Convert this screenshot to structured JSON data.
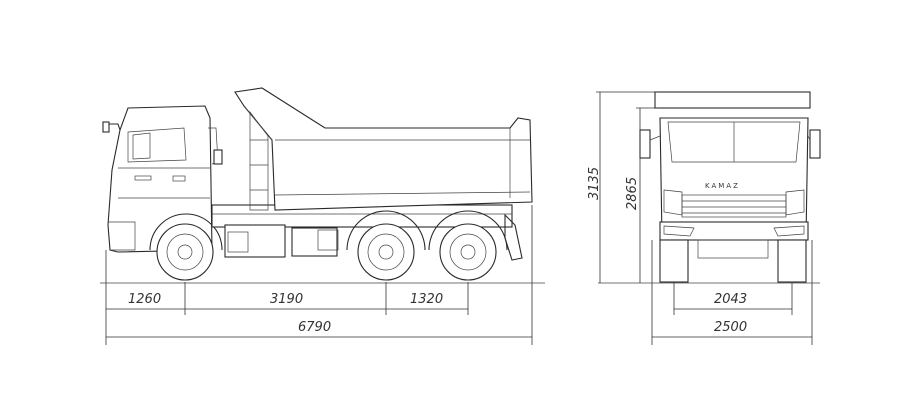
{
  "side_view": {
    "dims": {
      "front_overhang": "1260",
      "wheelbase_front": "3190",
      "rear_axle_spacing": "1320",
      "overall_length": "6790"
    }
  },
  "front_view": {
    "brand": "KAMAZ",
    "dims": {
      "overall_height": "3135",
      "cab_height": "2865",
      "track_width": "2043",
      "overall_width": "2500"
    }
  }
}
